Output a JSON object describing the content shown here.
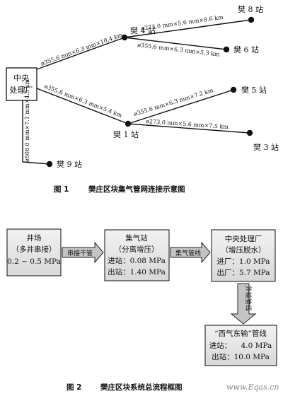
{
  "figure1": {
    "caption_num": "图 1",
    "caption_text": "樊庄区块集气管网连接示意图",
    "center": "中央处理厂",
    "nodes": {
      "fan8": "樊 8 站",
      "fan4": "樊 4 站",
      "fan6": "樊 6 站",
      "fan5": "樊 5 站",
      "fan1": "樊 1 站",
      "fan3": "樊 3 站",
      "fan9": "樊 9 站"
    },
    "pipes": {
      "to_fan4": "ø355.6 mm×6.3 mm×10.4 km",
      "fan4_fan8": "ø273.0 mm×5.6 mm×8.6 km",
      "fan4_fan6": "ø355.6 mm×6.3 mm×5.3 km",
      "to_fan1": "ø355.6 mm×6.3 mm×5.4 km",
      "fan1_fan5": "ø355.6 mm×6.3 mm×7.2 km",
      "fan1_fan3": "ø273.0 mm×5.6 mm×7.5 km",
      "to_fan9": "ø508.0 mm×7.1 mm×4.5 km"
    }
  },
  "figure2": {
    "caption_num": "图 2",
    "caption_text": "樊庄区块系统总流程框图",
    "wellsite": {
      "title": "井场",
      "sub": "（多井串接）",
      "pressure": "0.2 ~ 0.5 MPa"
    },
    "arrow1": "串接干管",
    "gathering": {
      "title": "集气站",
      "sub": "（分离增压）",
      "in": "进站：0.08 MPa",
      "out": "出站：1.40 MPa"
    },
    "arrow2": "集气管线",
    "central": {
      "title": "中央处理厂",
      "sub": "（增压脱水）",
      "in": "进厂：1.0 MPa",
      "out": "出厂：5.7 MPa"
    },
    "arrow3": "外输管线",
    "westeast": {
      "title": "“西气东输”管线",
      "in": "进站：    4.0 MPa",
      "out": "出站：10.0 MPa"
    }
  },
  "watermark": "www.Eqas.cn",
  "colors": {
    "line": "#111111",
    "box_fill": "#e6e6e6",
    "box_stroke": "#222222",
    "arrow_fill": "#c4c4c4"
  }
}
